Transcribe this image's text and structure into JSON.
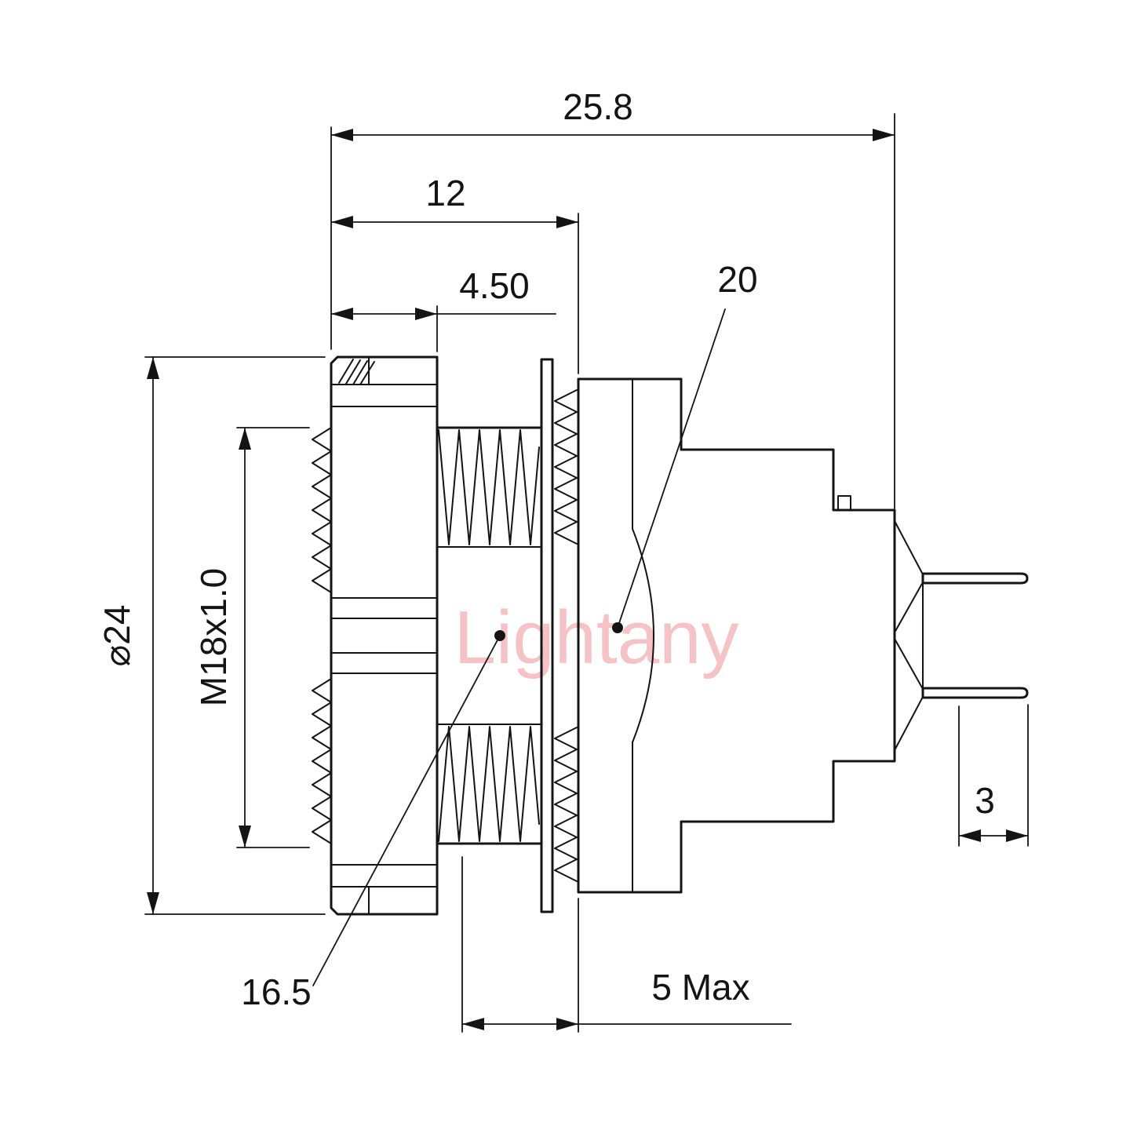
{
  "watermark": {
    "text": "Lightany",
    "color": "#f3b3b7"
  },
  "style": {
    "line_color": "#141414",
    "background": "#ffffff"
  },
  "dims": {
    "overall_length": "25.8",
    "front_section_length": "12",
    "nut_thickness": "4.50",
    "insulator_callout": "20",
    "outer_diameter": "⌀24",
    "thread_spec": "M18x1.0",
    "bore_callout": "16.5",
    "panel_thickness_max": "5 Max",
    "pin_tail_length": "3"
  }
}
